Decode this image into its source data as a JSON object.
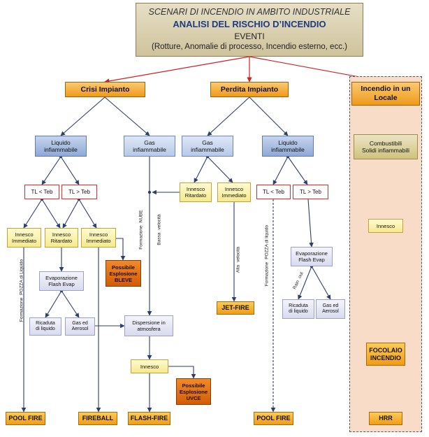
{
  "header": {
    "line1": "SCENARI DI INCENDIO IN AMBITO INDUSTRIALE",
    "line2": "ANALISI DEL RISCHIO D’INCENDIO",
    "line3": "EVENTI",
    "line4": "(Rotture, Anomalie di processo, Incendio esterno, ecc.)"
  },
  "nodes": {
    "crisi": "Crisi Impianto",
    "perdita": "Perdita Impianto",
    "incendio_locale": [
      "Incendio in un",
      "Locale"
    ],
    "liq_inf_1": [
      "Liquido",
      "infiammabile"
    ],
    "gas_inf_1": [
      "Gas",
      "infiammabile"
    ],
    "gas_inf_2": [
      "Gas",
      "infiammabile"
    ],
    "liq_inf_2": [
      "Liquido",
      "infiammabile"
    ],
    "combustibili": [
      "Combustibili",
      "Solidi infiammabili"
    ],
    "tl_lt_1": "TL < Teb",
    "tl_gt_1": "TL > Teb",
    "tl_lt_2": "TL < Teb",
    "tl_gt_2": "TL > Teb",
    "innesco_rit_2": [
      "Innesco",
      "Ritardato"
    ],
    "innesco_imm_2": [
      "Innesco",
      "Immediato"
    ],
    "innesco_imm_1": [
      "Innesco",
      "Immediato"
    ],
    "innesco_rit_1": [
      "Innesco",
      "Ritardato"
    ],
    "innesco_imm_3": [
      "Innesco",
      "Immediato"
    ],
    "innesco_local": "Innesco",
    "possibile_bleve": [
      "Possibile",
      "Esplosione",
      "BLEVE"
    ],
    "evap_1": [
      "Evaporazione",
      "Flash Evap"
    ],
    "evap_2": [
      "Evaporazione",
      "Flash Evap"
    ],
    "ricaduta_1": [
      "Ricaduta",
      "di liquido"
    ],
    "gas_aerosol_1": [
      "Gas ed",
      "Aerosol"
    ],
    "ricaduta_2": [
      "Ricaduta",
      "di liquido"
    ],
    "gas_aerosol_2": [
      "Gas ed",
      "Aerosol"
    ],
    "dispersione": [
      "Dispersione in",
      "atmosfera"
    ],
    "innesco_disp": "Innesco",
    "possibile_uvce": [
      "Possibile",
      "Esplosione",
      "UVCE"
    ],
    "focolaio": [
      "FOCOLAIO",
      "INCENDIO"
    ],
    "pool_fire_1": "POOL FIRE",
    "fireball": "FIREBALL",
    "flash_fire": "FLASH-FIRE",
    "jet_fire": "JET-FIRE",
    "pool_fire_2": "POOL FIRE",
    "hrr": "HRR"
  },
  "edge_labels": {
    "formazione_pozza_1": [
      "Formazione",
      "POZZA di Liquido"
    ],
    "formazione_nube": [
      "Formazione",
      "NUBE"
    ],
    "bassa_velocita": [
      "Bassa",
      "velocità"
    ],
    "alta_velocita": [
      "Alta",
      "velocità"
    ],
    "formazione_pozza_2": [
      "Formazione",
      "POZZA di liquido"
    ],
    "rain_out": [
      "Rain",
      "out"
    ]
  },
  "colors": {
    "connector": "#2c3e6b",
    "red_connector": "#cc2222",
    "orange_box": "#f3a526",
    "blue_box": "#9fb7e0",
    "yellow_box": "#f7ec9a",
    "local_panel": "#f8dcc8"
  }
}
